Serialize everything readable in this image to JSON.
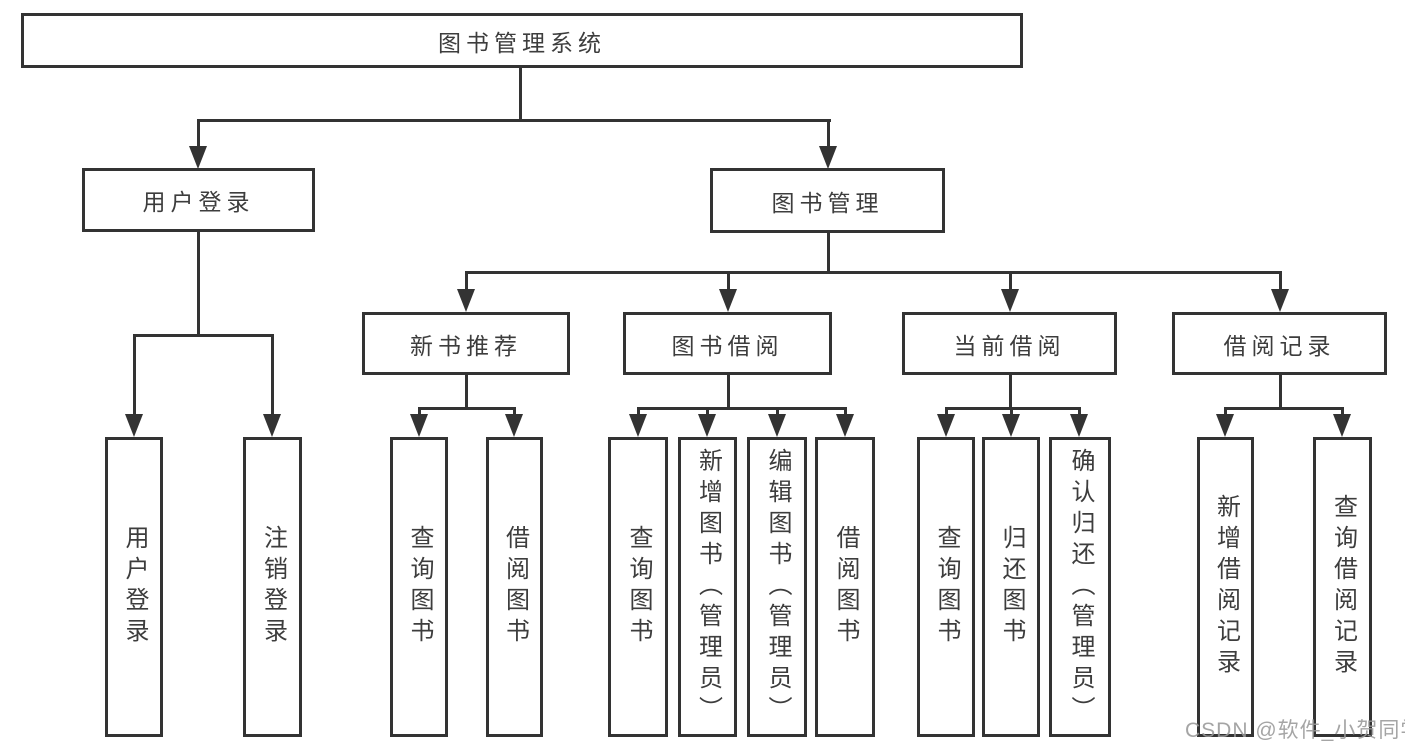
{
  "nodes": {
    "root": "图书管理系统",
    "userLogin": "用户登录",
    "bookMgmt": "图书管理",
    "newBookRec": "新书推荐",
    "bookBorrow": "图书借阅",
    "currentBorrow": "当前借阅",
    "borrowRecords": "借阅记录",
    "leafUserLogin": "用户登录",
    "leafLogout": "注销登录",
    "nbQuery": "查询图书",
    "nbBorrow": "借阅图书",
    "bbQuery": "查询图书",
    "bbAdd": "新增图书（管理员）",
    "bbEdit": "编辑图书（管理员）",
    "bbBorrow": "借阅图书",
    "cbQuery": "查询图书",
    "cbReturn": "归还图书",
    "cbConfirm": "确认归还（管理员）",
    "brAdd": "新增借阅记录",
    "brQuery": "查询借阅记录"
  },
  "hierarchy": {
    "图书管理系统": {
      "用户登录": [
        "用户登录",
        "注销登录"
      ],
      "图书管理": {
        "新书推荐": [
          "查询图书",
          "借阅图书"
        ],
        "图书借阅": [
          "查询图书",
          "新增图书（管理员）",
          "编辑图书（管理员）",
          "借阅图书"
        ],
        "当前借阅": [
          "查询图书",
          "归还图书",
          "确认归还（管理员）"
        ],
        "借阅记录": [
          "新增借阅记录",
          "查询借阅记录"
        ]
      }
    }
  },
  "watermark": "CSDN @软件_小贺同学",
  "colors": {
    "line": "#333333",
    "text": "#3d3d3d",
    "background": "#ffffff",
    "watermark": "#999999"
  }
}
